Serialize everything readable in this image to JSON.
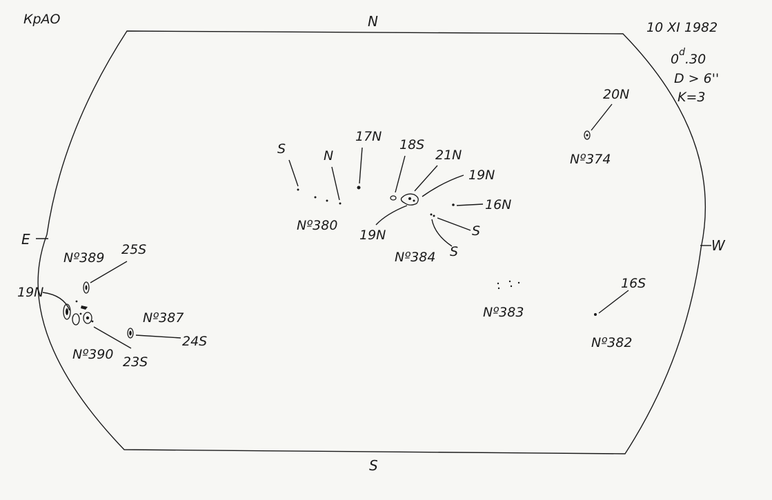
{
  "observatory": "КрАО",
  "date": "10  XI 1982",
  "time_main": "0",
  "time_sup": "d",
  "time_frac": ".30",
  "diameter": "D > 6''",
  "k": "K=3",
  "directions": {
    "north": "N",
    "south": "S",
    "east": "E",
    "west": "W"
  },
  "regions": {
    "r374": {
      "name": "Nº374",
      "tags": [
        "20N"
      ]
    },
    "r380": {
      "name": "Nº380",
      "tags": [
        "S",
        "N",
        "17N"
      ]
    },
    "r384": {
      "name": "Nº384",
      "tags": [
        "18S",
        "21N",
        "19N",
        "16N",
        "S",
        "S",
        "19N"
      ]
    },
    "r383": {
      "name": "Nº383",
      "tags": []
    },
    "r382": {
      "name": "Nº382",
      "tags": [
        "16S"
      ]
    },
    "r389": {
      "name": "Nº389",
      "tags": [
        "25S"
      ]
    },
    "r387": {
      "name": "Nº387",
      "tags": [
        "24S"
      ]
    },
    "r390": {
      "name": "Nº390",
      "tags": [
        "19N",
        "23S"
      ]
    }
  }
}
